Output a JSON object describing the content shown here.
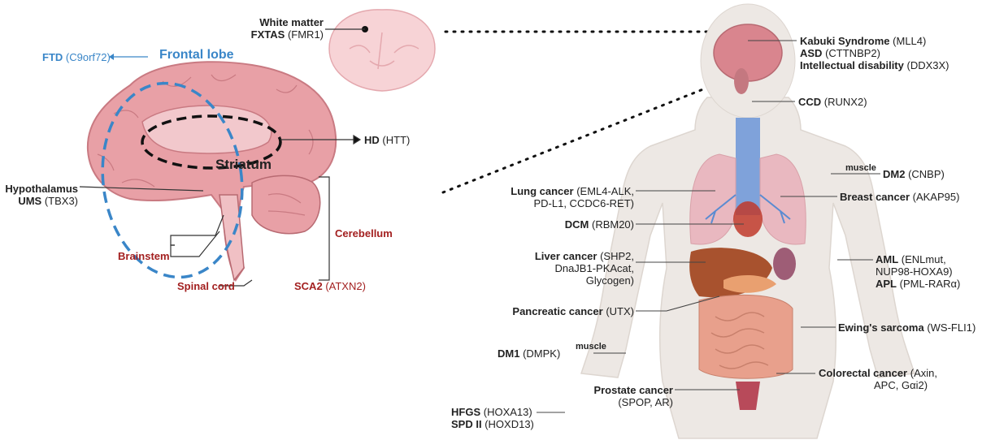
{
  "brain": {
    "ftd": {
      "name": "FTD",
      "gene": "(C9orf72)"
    },
    "frontal_lobe": "Frontal lobe",
    "white_matter": "White matter",
    "fxtas": {
      "name": "FXTAS",
      "gene": "(FMR1)"
    },
    "hd": {
      "name": "HD",
      "gene": "(HTT)"
    },
    "striatum": "Striatum",
    "hypothalamus": "Hypothalamus",
    "ums": {
      "name": "UMS",
      "gene": "(TBX3)"
    },
    "cerebellum": "Cerebellum",
    "brainstem": "Brainstem",
    "spinal_cord": "Spinal cord",
    "sca2": {
      "name": "SCA2",
      "gene": "(ATXN2)"
    }
  },
  "body": {
    "kabuki": {
      "name": "Kabuki Syndrome",
      "gene": "(MLL4)"
    },
    "asd": {
      "name": "ASD",
      "gene": "(CTTNBP2)"
    },
    "id": {
      "name": "Intellectual disability",
      "gene": "(DDX3X)"
    },
    "ccd": {
      "name": "CCD",
      "gene": "(RUNX2)"
    },
    "dm2": {
      "tag": "muscle",
      "name": "DM2",
      "gene": "(CNBP)"
    },
    "lung": {
      "name": "Lung cancer",
      "gene1": "(EML4-ALK,",
      "gene2": "PD-L1, CCDC6-RET)"
    },
    "breast": {
      "name": "Breast cancer",
      "gene": "(AKAP95)"
    },
    "dcm": {
      "name": "DCM",
      "gene": "(RBM20)"
    },
    "liver": {
      "name": "Liver cancer",
      "gene1": "(SHP2,",
      "gene2": "DnaJB1-PKAcat,",
      "gene3": "Glycogen)"
    },
    "aml": {
      "name": "AML",
      "gene1": "(ENLmut,",
      "gene2": "NUP98-HOXA9)"
    },
    "apl": {
      "name": "APL",
      "gene": "(PML-RARα)"
    },
    "pancreatic": {
      "name": "Pancreatic cancer",
      "gene": "(UTX)"
    },
    "ewing": {
      "name": "Ewing's sarcoma",
      "gene": "(WS-FLI1)"
    },
    "dm1": {
      "tag": "muscle",
      "name": "DM1",
      "gene": "(DMPK)"
    },
    "colorectal": {
      "name": "Colorectal cancer",
      "gene1": "(Axin,",
      "gene2": "APC, Gαi2)"
    },
    "prostate": {
      "name": "Prostate cancer",
      "gene": "(SPOP, AR)"
    },
    "hfgs": {
      "name": "HFGS",
      "gene": "(HOXA13)"
    },
    "spd": {
      "name": "SPD II",
      "gene": "(HOXD13)"
    }
  },
  "colors": {
    "brain_pink": "#e8a0a6",
    "dash_blue": "#3a86c8",
    "label_red": "#a32020",
    "airway_blue": "#5b8bd1"
  }
}
